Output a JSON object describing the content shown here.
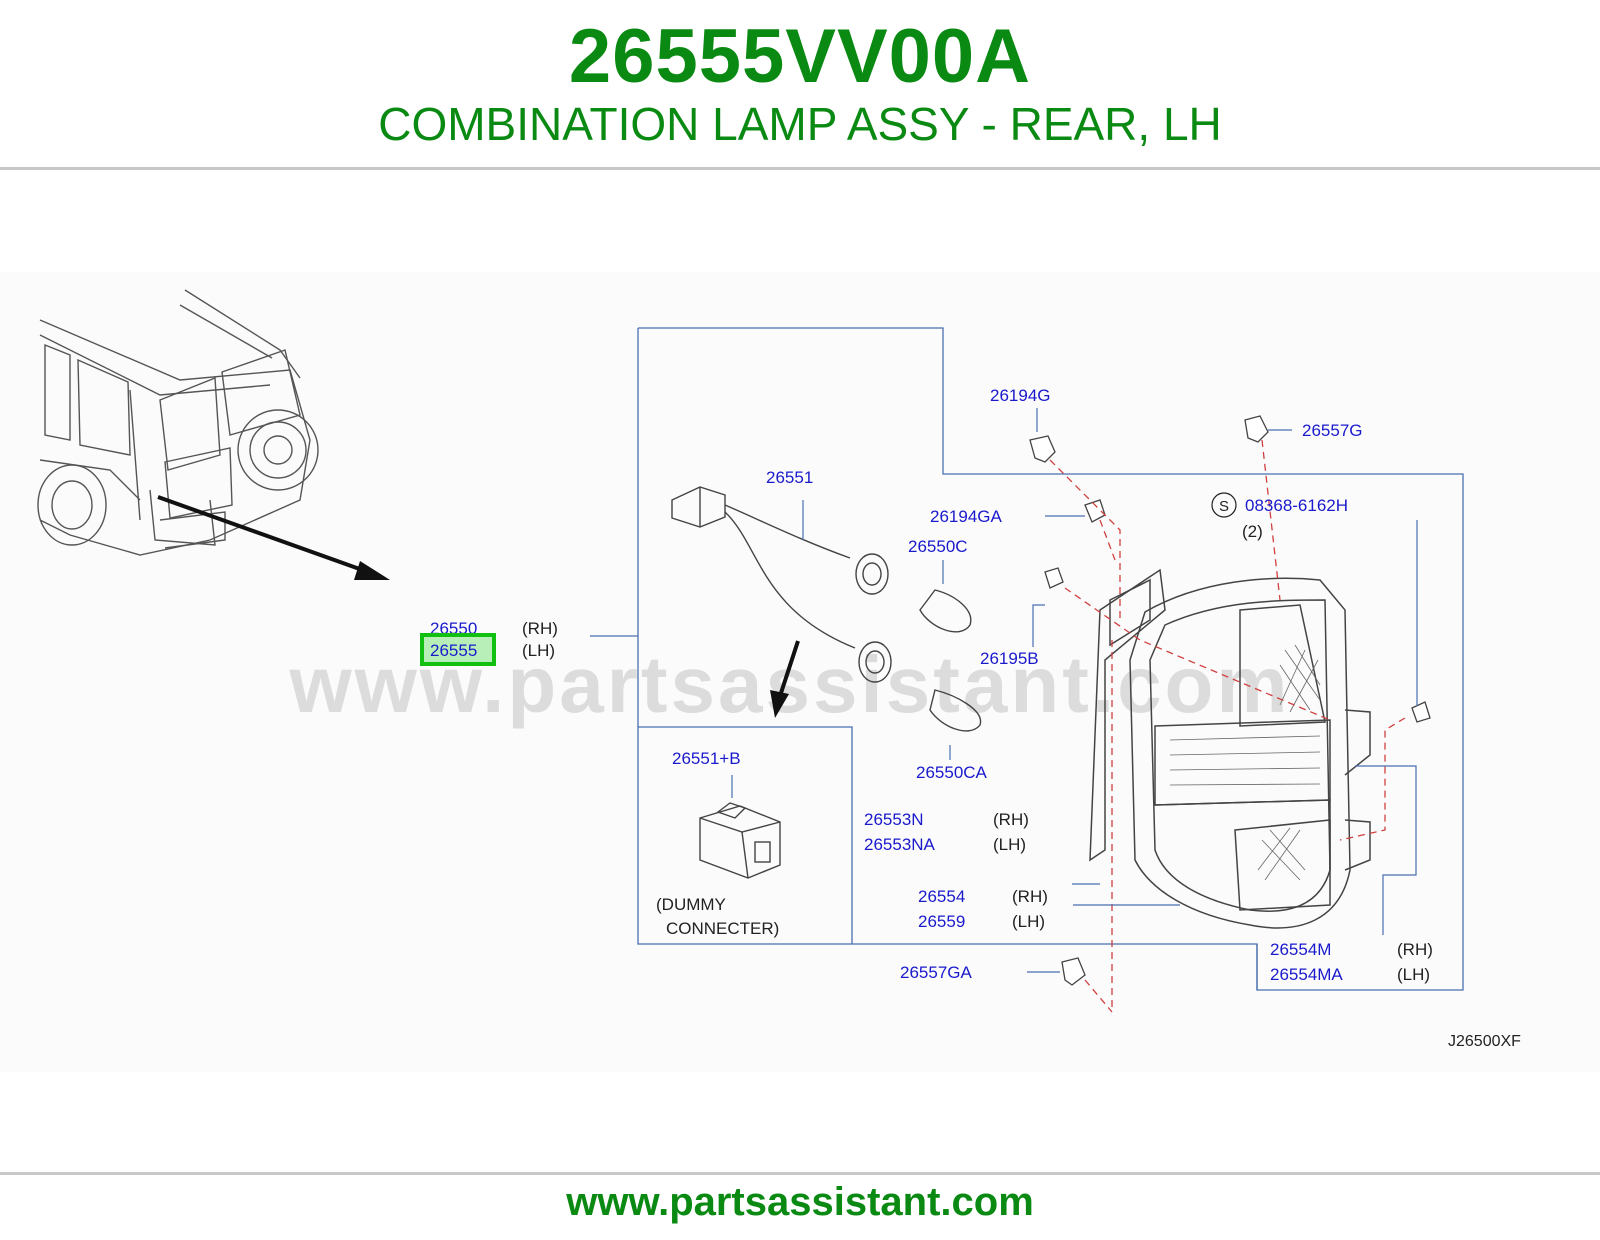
{
  "header": {
    "part_number": "26555VV00A",
    "part_name": "COMBINATION LAMP ASSY - REAR, LH"
  },
  "diagram": {
    "watermark": "www.partsassistant.com",
    "main_callout": {
      "rh_part": "26550",
      "rh_side": "(RH)",
      "lh_part": "26555",
      "lh_side": "(LH)"
    },
    "callouts": {
      "c26194G": "26194G",
      "c26557G": "26557G",
      "c26551": "26551",
      "c26194GA": "26194GA",
      "s_symbol": "S",
      "c08368": "08368-6162H",
      "c08368_qty": "(2)",
      "c26550C": "26550C",
      "c26195B": "26195B",
      "c26550CA": "26550CA",
      "c26551B": "26551+B",
      "dummy_line1": "(DUMMY",
      "dummy_line2": "CONNECTER)",
      "c26553N": "26553N",
      "c26553N_side": "(RH)",
      "c26553NA": "26553NA",
      "c26553NA_side": "(LH)",
      "c26554": "26554",
      "c26554_side": "(RH)",
      "c26559": "26559",
      "c26559_side": "(LH)",
      "c26557GA": "26557GA",
      "c26554M": "26554M",
      "c26554M_side": "(RH)",
      "c26554MA": "26554MA",
      "c26554MA_side": "(LH)"
    },
    "drawing_code": "J26500XF"
  },
  "footer": {
    "url": "www.partsassistant.com"
  },
  "colors": {
    "brand_green": "#0a8a12",
    "callout_blue": "#1a1acc",
    "leader_blue": "#4a6fb0",
    "dashed_red": "#d04040",
    "highlight_green": "#12c012"
  }
}
